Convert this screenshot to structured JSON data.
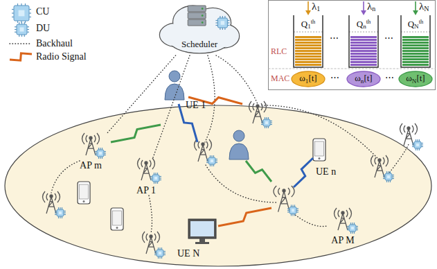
{
  "diagram": {
    "nodes": [
      {
        "text": [
          "Scheduler"
        ]
      },
      {
        "text": [
          "AP m"
        ]
      },
      {
        "text": [
          "AP 1"
        ]
      },
      {
        "text": [
          "AP M"
        ]
      },
      {
        "text": [
          "Q",
          "1",
          "th"
        ]
      },
      {
        "text": [
          "Q",
          "n",
          "th"
        ]
      },
      {
        "text": [
          "Q",
          "N",
          "th"
        ]
      },
      {
        "text": [
          "ω",
          "1",
          "[t]"
        ]
      },
      {
        "text": [
          "ω",
          "n",
          "[t]"
        ]
      },
      {
        "text": [
          "ω",
          "N",
          "[t]"
        ]
      }
    ],
    "edges": [
      {
        "from": 0,
        "to": 1,
        "arrow": "none"
      },
      {
        "from": 0,
        "to": 2,
        "arrow": "none"
      }
    ],
    "labels": [
      "λ",
      "1",
      "λ",
      "n",
      "λ",
      "N",
      "RLC",
      "MAC",
      "⋯",
      "⋯",
      "⋯",
      "⋯",
      "UE 1",
      "UE n",
      "UE N"
    ],
    "legend": [
      {
        "text": "CU"
      },
      {
        "text": "DU"
      },
      {
        "text": "Backhaul"
      },
      {
        "text": "Radio Signal"
      }
    ]
  }
}
